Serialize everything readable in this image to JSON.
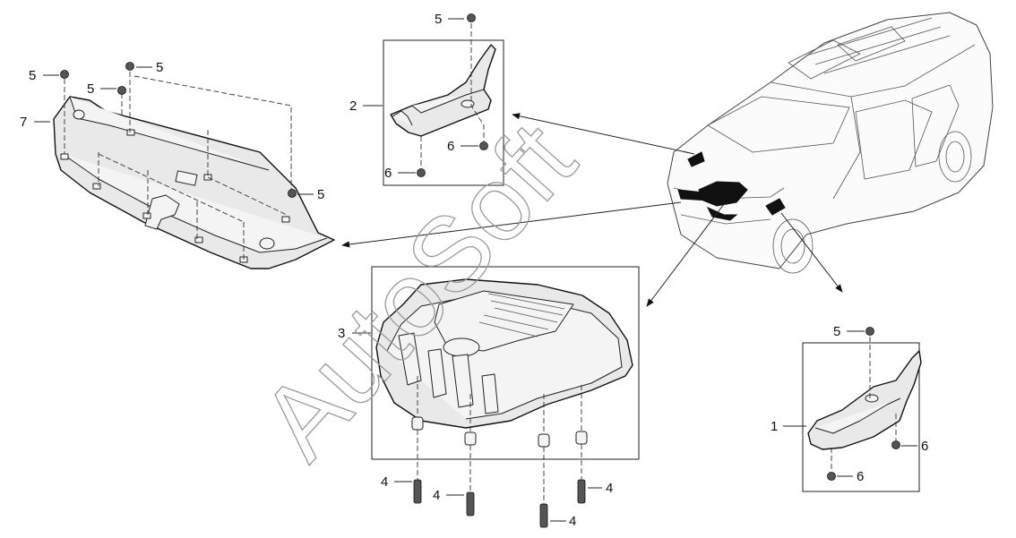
{
  "callouts": {
    "part1": "1",
    "part2": "2",
    "part3": "3",
    "part4": "4",
    "part5": "5",
    "part6": "6",
    "part7": "7"
  },
  "watermark": "AutoSoft",
  "colors": {
    "line": "#111111",
    "part_fill": "#e9e9e9",
    "watermark": "#9a9a9a"
  }
}
